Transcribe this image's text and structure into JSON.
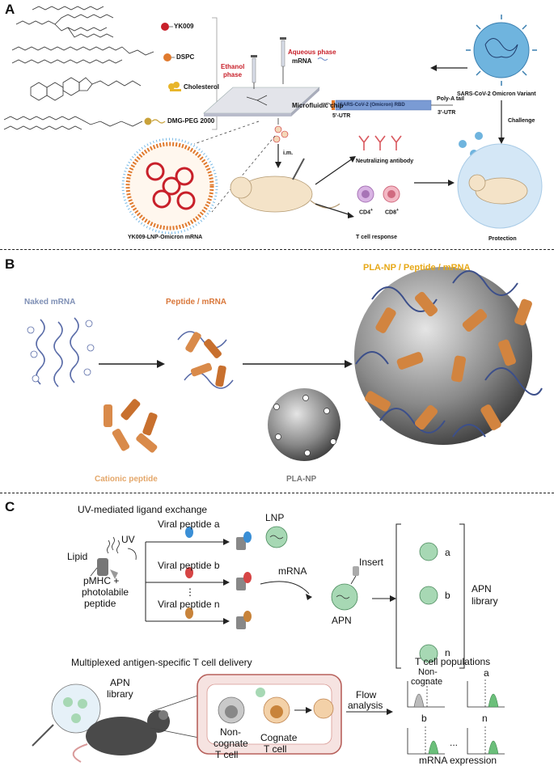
{
  "panelA": {
    "letter": "A",
    "lipids": [
      "YK009",
      "DSPC",
      "Cholesterol",
      "DMG-PEG 2000"
    ],
    "ethanol_phase": [
      "Ethanol",
      "phase"
    ],
    "aqueous_phase": "Aqueous phase",
    "mrna": "mRNA",
    "chip": "Microfluidic chip",
    "utr5": "5'-UTR",
    "rbd": "SARS-CoV-2 (Omicron) RBD",
    "utr3": "3'-UTR",
    "polya": "Poly-A tail",
    "virus": "SARS-CoV-2 Omicron Variant",
    "challenge": "Challenge",
    "im": "i.m.",
    "neutralizing": "Neutralizing antibody",
    "cd4": "CD4",
    "cd8": "CD8",
    "sup_plus": "+",
    "tcell_response": "T cell response",
    "protection": "Protection",
    "lnp_label": "YK009-LNP-Omicron mRNA",
    "colors": {
      "yk009": "#c8202a",
      "dspc": "#e07a2e",
      "cholesterol": "#e8b52a",
      "peg": "#c9a23a"
    }
  },
  "panelB": {
    "letter": "B",
    "naked": "Naked mRNA",
    "peptide_mrna": "Peptide / mRNA",
    "final": "PLA-NP / Peptide / mRNA",
    "cationic": "Cationic peptide",
    "plnp": "PLA-NP"
  },
  "panelC": {
    "letter": "C",
    "title_top": "UV-mediated ligand exchange",
    "uv": "UV",
    "lipid": "Lipid",
    "pmhc": [
      "pMHC +",
      "photolabile",
      "peptide"
    ],
    "viral_a": "Viral peptide a",
    "viral_b": "Viral peptide b",
    "viral_n": "Viral peptide n",
    "dots": "⋮",
    "lnp": "LNP",
    "mrna": "mRNA",
    "insert": "Insert",
    "apn": "APN",
    "lib_a": "a",
    "lib_b": "b",
    "lib_n": "n",
    "apn_library": [
      "APN",
      "library"
    ],
    "title_bottom": "Multiplexed antigen-specific T cell delivery",
    "apn_library2": [
      "APN",
      "library"
    ],
    "noncognate": [
      "Non-",
      "cognate",
      "T cell"
    ],
    "cognate": [
      "Cognate",
      "T cell"
    ],
    "flow": [
      "Flow",
      "analysis"
    ],
    "tcell_pops": "T cell populations",
    "hist_noncog": [
      "Non-",
      "cognate"
    ],
    "hist_a": "a",
    "hist_b": "b",
    "hist_n": "n",
    "hist_dots": "...",
    "mrna_expr": "mRNA expression"
  }
}
